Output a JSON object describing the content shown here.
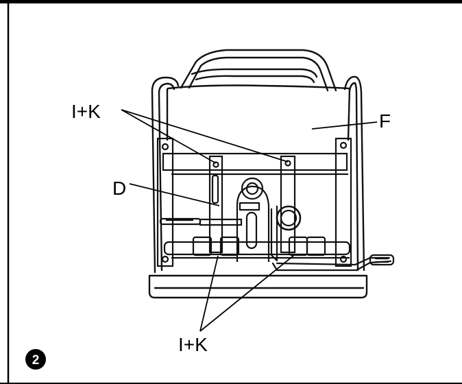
{
  "labels": {
    "top_left": "I+K",
    "right": "F",
    "left": "D",
    "bottom": "I+K"
  },
  "step_number": "2",
  "colors": {
    "frame_border": "#000000",
    "line": "#111111",
    "background": "#ffffff"
  }
}
